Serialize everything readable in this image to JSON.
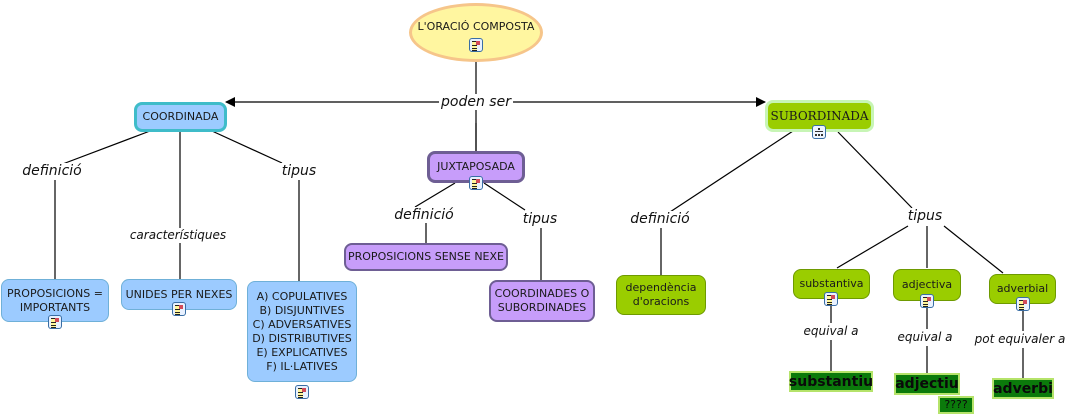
{
  "root": {
    "label": "L'ORACIÓ COMPOSTA"
  },
  "root_link": "poden ser",
  "coordinada": {
    "label": "COORDINADA",
    "links": {
      "definicio": "definició",
      "caracteristiques": "característiques",
      "tipus": "tipus"
    },
    "definicio_node": "PROPOSICIONS = IMPORTANTS",
    "caracteristiques_node": "UNIDES PER NEXES",
    "tipus_node": [
      "A) COPULATIVES",
      "B) DISJUNTIVES",
      "C) ADVERSATIVES",
      "D) DISTRIBUTIVES",
      "E) EXPLICATIVES",
      "F) IL·LATIVES"
    ]
  },
  "juxtaposada": {
    "label": "JUXTAPOSADA",
    "links": {
      "definicio": "definició",
      "tipus": "tipus"
    },
    "definicio_node": "PROPOSICIONS SENSE NEXE",
    "tipus_node": "COORDINADES O SUBORDINADES"
  },
  "subordinada": {
    "label": "SUBORDINADA",
    "links": {
      "definicio": "definició",
      "tipus": "tipus"
    },
    "definicio_node": "dependència d'oracions",
    "types": [
      {
        "label": "substantiva",
        "link": "equival a",
        "result": "substantiu"
      },
      {
        "label": "adjectiva",
        "link": "equival a",
        "result": "adjectiu",
        "note": "????"
      },
      {
        "label": "adverbial",
        "link": "pot equivaler a",
        "result": "adverbi"
      }
    ]
  },
  "icons": {
    "resource": "document-image-icon",
    "submap": "hierarchy-icon"
  },
  "colors": {
    "root_fill": "#fff6a0",
    "coordinada": "#9ccbff",
    "juxtaposada": "#c79dfa",
    "subordinada": "#9acd00",
    "leaf_dark": "#0b7a0b"
  }
}
